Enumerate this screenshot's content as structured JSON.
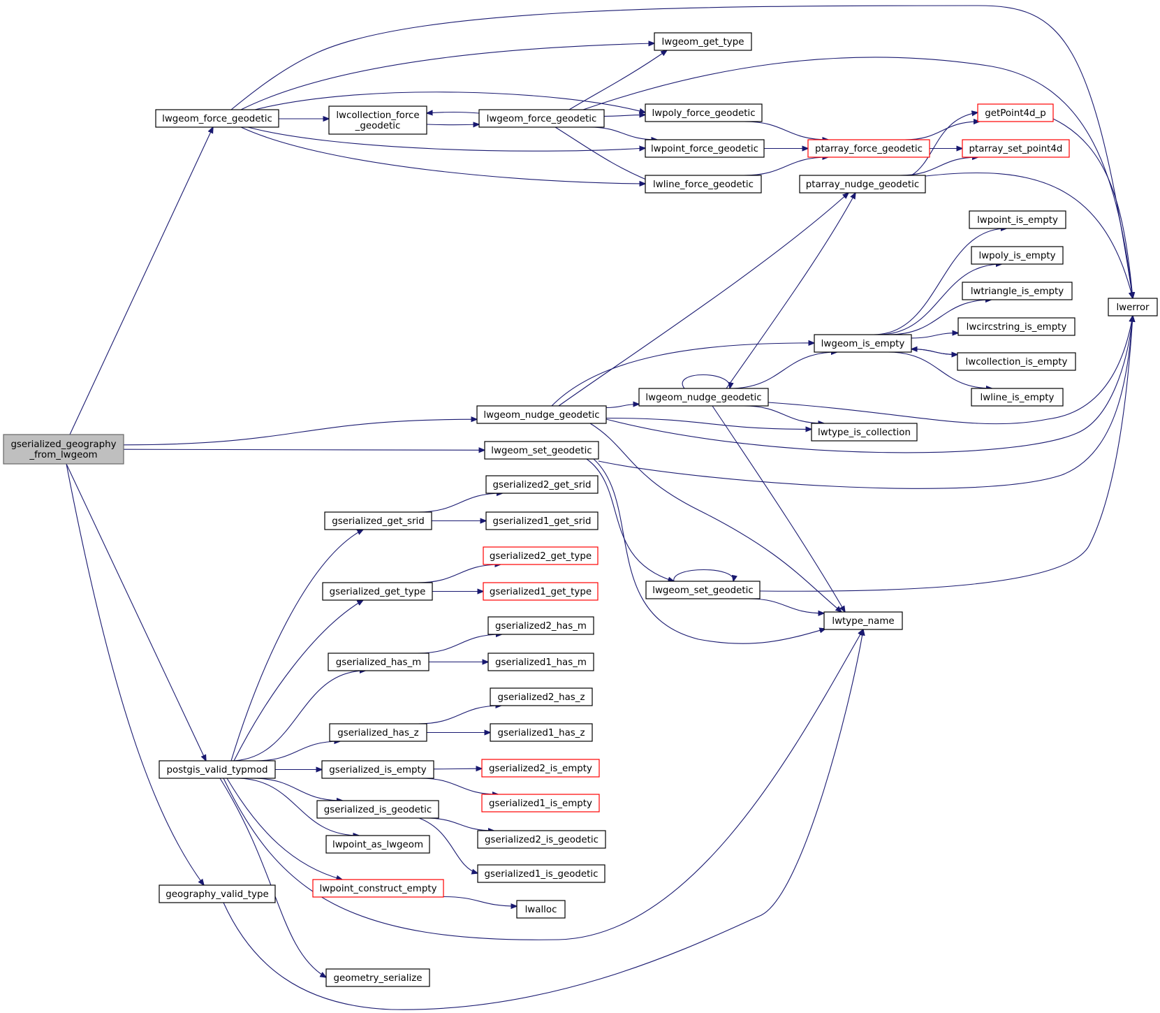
{
  "colors": {
    "edge": "#191970",
    "node_border": "#000000",
    "node_border_incomplete": "#ff0000",
    "root_fill": "#bfbfbf",
    "root_border": "#666666",
    "background": "#ffffff"
  },
  "nodes": [
    {
      "id": "root",
      "lines": [
        "gserialized_geography",
        "_from_lwgeom"
      ],
      "style": "root"
    },
    {
      "id": "lwgeom_force_geodetic_a",
      "lines": [
        "lwgeom_force_geodetic"
      ],
      "style": "normal"
    },
    {
      "id": "lwcollection_force_geodetic",
      "lines": [
        "lwcollection_force",
        "_geodetic"
      ],
      "style": "normal"
    },
    {
      "id": "lwgeom_force_geodetic_b",
      "lines": [
        "lwgeom_force_geodetic"
      ],
      "style": "normal"
    },
    {
      "id": "lwgeom_get_type",
      "lines": [
        "lwgeom_get_type"
      ],
      "style": "normal"
    },
    {
      "id": "lwpoly_force_geodetic",
      "lines": [
        "lwpoly_force_geodetic"
      ],
      "style": "normal"
    },
    {
      "id": "lwpoint_force_geodetic",
      "lines": [
        "lwpoint_force_geodetic"
      ],
      "style": "normal"
    },
    {
      "id": "lwline_force_geodetic",
      "lines": [
        "lwline_force_geodetic"
      ],
      "style": "normal"
    },
    {
      "id": "ptarray_force_geodetic",
      "lines": [
        "ptarray_force_geodetic"
      ],
      "style": "incomplete"
    },
    {
      "id": "ptarray_nudge_geodetic",
      "lines": [
        "ptarray_nudge_geodetic"
      ],
      "style": "normal"
    },
    {
      "id": "getPoint4d_p",
      "lines": [
        "getPoint4d_p"
      ],
      "style": "incomplete"
    },
    {
      "id": "ptarray_set_point4d",
      "lines": [
        "ptarray_set_point4d"
      ],
      "style": "incomplete"
    },
    {
      "id": "lwerror",
      "lines": [
        "lwerror"
      ],
      "style": "normal"
    },
    {
      "id": "lwpoint_is_empty",
      "lines": [
        "lwpoint_is_empty"
      ],
      "style": "normal"
    },
    {
      "id": "lwpoly_is_empty",
      "lines": [
        "lwpoly_is_empty"
      ],
      "style": "normal"
    },
    {
      "id": "lwtriangle_is_empty",
      "lines": [
        "lwtriangle_is_empty"
      ],
      "style": "normal"
    },
    {
      "id": "lwcircstring_is_empty",
      "lines": [
        "lwcircstring_is_empty"
      ],
      "style": "normal"
    },
    {
      "id": "lwcollection_is_empty",
      "lines": [
        "lwcollection_is_empty"
      ],
      "style": "normal"
    },
    {
      "id": "lwline_is_empty",
      "lines": [
        "lwline_is_empty"
      ],
      "style": "normal"
    },
    {
      "id": "lwgeom_is_empty",
      "lines": [
        "lwgeom_is_empty"
      ],
      "style": "normal"
    },
    {
      "id": "lwgeom_nudge_geodetic_a",
      "lines": [
        "lwgeom_nudge_geodetic"
      ],
      "style": "normal"
    },
    {
      "id": "lwgeom_nudge_geodetic_b",
      "lines": [
        "lwgeom_nudge_geodetic"
      ],
      "style": "normal"
    },
    {
      "id": "lwtype_is_collection",
      "lines": [
        "lwtype_is_collection"
      ],
      "style": "normal"
    },
    {
      "id": "lwgeom_set_geodetic_a",
      "lines": [
        "lwgeom_set_geodetic"
      ],
      "style": "normal"
    },
    {
      "id": "lwgeom_set_geodetic_b",
      "lines": [
        "lwgeom_set_geodetic"
      ],
      "style": "normal"
    },
    {
      "id": "lwtype_name",
      "lines": [
        "lwtype_name"
      ],
      "style": "normal"
    },
    {
      "id": "gserialized2_get_srid",
      "lines": [
        "gserialized2_get_srid"
      ],
      "style": "normal"
    },
    {
      "id": "gserialized_get_srid",
      "lines": [
        "gserialized_get_srid"
      ],
      "style": "normal"
    },
    {
      "id": "gserialized1_get_srid",
      "lines": [
        "gserialized1_get_srid"
      ],
      "style": "normal"
    },
    {
      "id": "gserialized2_get_type",
      "lines": [
        "gserialized2_get_type"
      ],
      "style": "incomplete"
    },
    {
      "id": "gserialized_get_type",
      "lines": [
        "gserialized_get_type"
      ],
      "style": "normal"
    },
    {
      "id": "gserialized1_get_type",
      "lines": [
        "gserialized1_get_type"
      ],
      "style": "incomplete"
    },
    {
      "id": "gserialized2_has_m",
      "lines": [
        "gserialized2_has_m"
      ],
      "style": "normal"
    },
    {
      "id": "gserialized_has_m",
      "lines": [
        "gserialized_has_m"
      ],
      "style": "normal"
    },
    {
      "id": "gserialized1_has_m",
      "lines": [
        "gserialized1_has_m"
      ],
      "style": "normal"
    },
    {
      "id": "gserialized2_has_z",
      "lines": [
        "gserialized2_has_z"
      ],
      "style": "normal"
    },
    {
      "id": "gserialized_has_z",
      "lines": [
        "gserialized_has_z"
      ],
      "style": "normal"
    },
    {
      "id": "gserialized1_has_z",
      "lines": [
        "gserialized1_has_z"
      ],
      "style": "normal"
    },
    {
      "id": "postgis_valid_typmod",
      "lines": [
        "postgis_valid_typmod"
      ],
      "style": "normal"
    },
    {
      "id": "gserialized_is_empty",
      "lines": [
        "gserialized_is_empty"
      ],
      "style": "normal"
    },
    {
      "id": "gserialized2_is_empty",
      "lines": [
        "gserialized2_is_empty"
      ],
      "style": "incomplete"
    },
    {
      "id": "gserialized1_is_empty",
      "lines": [
        "gserialized1_is_empty"
      ],
      "style": "incomplete"
    },
    {
      "id": "gserialized_is_geodetic",
      "lines": [
        "gserialized_is_geodetic"
      ],
      "style": "normal"
    },
    {
      "id": "gserialized2_is_geodetic",
      "lines": [
        "gserialized2_is_geodetic"
      ],
      "style": "normal"
    },
    {
      "id": "gserialized1_is_geodetic",
      "lines": [
        "gserialized1_is_geodetic"
      ],
      "style": "normal"
    },
    {
      "id": "lwpoint_as_lwgeom",
      "lines": [
        "lwpoint_as_lwgeom"
      ],
      "style": "normal"
    },
    {
      "id": "lwpoint_construct_empty",
      "lines": [
        "lwpoint_construct_empty"
      ],
      "style": "incomplete"
    },
    {
      "id": "lwalloc",
      "lines": [
        "lwalloc"
      ],
      "style": "normal"
    },
    {
      "id": "geography_valid_type",
      "lines": [
        "geography_valid_type"
      ],
      "style": "normal"
    },
    {
      "id": "geometry_serialize",
      "lines": [
        "geometry_serialize"
      ],
      "style": "normal"
    }
  ],
  "edges": [
    [
      "root",
      "lwgeom_force_geodetic_a"
    ],
    [
      "root",
      "lwgeom_nudge_geodetic_a"
    ],
    [
      "root",
      "lwgeom_set_geodetic_a"
    ],
    [
      "root",
      "postgis_valid_typmod"
    ],
    [
      "root",
      "geography_valid_type"
    ],
    [
      "lwgeom_force_geodetic_a",
      "lwgeom_get_type"
    ],
    [
      "lwgeom_force_geodetic_a",
      "lwerror"
    ],
    [
      "lwgeom_force_geodetic_a",
      "lwcollection_force_geodetic"
    ],
    [
      "lwgeom_force_geodetic_a",
      "lwpoly_force_geodetic"
    ],
    [
      "lwgeom_force_geodetic_a",
      "lwpoint_force_geodetic"
    ],
    [
      "lwgeom_force_geodetic_a",
      "lwline_force_geodetic"
    ],
    [
      "lwcollection_force_geodetic",
      "lwgeom_force_geodetic_b"
    ],
    [
      "lwgeom_force_geodetic_b",
      "lwcollection_force_geodetic"
    ],
    [
      "lwgeom_force_geodetic_b",
      "lwgeom_get_type"
    ],
    [
      "lwgeom_force_geodetic_b",
      "lwpoly_force_geodetic"
    ],
    [
      "lwgeom_force_geodetic_b",
      "lwpoint_force_geodetic"
    ],
    [
      "lwgeom_force_geodetic_b",
      "lwline_force_geodetic"
    ],
    [
      "lwgeom_force_geodetic_b",
      "lwerror"
    ],
    [
      "lwpoly_force_geodetic",
      "ptarray_force_geodetic"
    ],
    [
      "lwpoint_force_geodetic",
      "ptarray_force_geodetic"
    ],
    [
      "lwline_force_geodetic",
      "ptarray_force_geodetic"
    ],
    [
      "ptarray_force_geodetic",
      "getPoint4d_p"
    ],
    [
      "ptarray_force_geodetic",
      "ptarray_set_point4d"
    ],
    [
      "ptarray_nudge_geodetic",
      "getPoint4d_p"
    ],
    [
      "ptarray_nudge_geodetic",
      "ptarray_set_point4d"
    ],
    [
      "ptarray_nudge_geodetic",
      "lwerror"
    ],
    [
      "getPoint4d_p",
      "lwerror"
    ],
    [
      "lwgeom_nudge_geodetic_a",
      "ptarray_nudge_geodetic"
    ],
    [
      "lwgeom_nudge_geodetic_a",
      "lwgeom_is_empty"
    ],
    [
      "lwgeom_nudge_geodetic_a",
      "lwgeom_nudge_geodetic_b"
    ],
    [
      "lwgeom_nudge_geodetic_a",
      "lwtype_is_collection"
    ],
    [
      "lwgeom_nudge_geodetic_a",
      "lwerror"
    ],
    [
      "lwgeom_nudge_geodetic_a",
      "lwtype_name"
    ],
    [
      "lwgeom_nudge_geodetic_b",
      "lwgeom_nudge_geodetic_b"
    ],
    [
      "lwgeom_nudge_geodetic_b",
      "ptarray_nudge_geodetic"
    ],
    [
      "lwgeom_nudge_geodetic_b",
      "lwgeom_is_empty"
    ],
    [
      "lwgeom_nudge_geodetic_b",
      "lwtype_is_collection"
    ],
    [
      "lwgeom_nudge_geodetic_b",
      "lwerror"
    ],
    [
      "lwgeom_nudge_geodetic_b",
      "lwtype_name"
    ],
    [
      "lwgeom_is_empty",
      "lwpoint_is_empty"
    ],
    [
      "lwgeom_is_empty",
      "lwpoly_is_empty"
    ],
    [
      "lwgeom_is_empty",
      "lwtriangle_is_empty"
    ],
    [
      "lwgeom_is_empty",
      "lwcircstring_is_empty"
    ],
    [
      "lwgeom_is_empty",
      "lwcollection_is_empty"
    ],
    [
      "lwgeom_is_empty",
      "lwline_is_empty"
    ],
    [
      "lwcollection_is_empty",
      "lwgeom_is_empty"
    ],
    [
      "lwgeom_set_geodetic_a",
      "lwerror"
    ],
    [
      "lwgeom_set_geodetic_a",
      "lwgeom_set_geodetic_b"
    ],
    [
      "lwgeom_set_geodetic_a",
      "lwtype_name"
    ],
    [
      "lwgeom_set_geodetic_b",
      "lwgeom_set_geodetic_b"
    ],
    [
      "lwgeom_set_geodetic_b",
      "lwerror"
    ],
    [
      "lwgeom_set_geodetic_b",
      "lwtype_name"
    ],
    [
      "gserialized_get_srid",
      "gserialized2_get_srid"
    ],
    [
      "gserialized_get_srid",
      "gserialized1_get_srid"
    ],
    [
      "gserialized_get_type",
      "gserialized2_get_type"
    ],
    [
      "gserialized_get_type",
      "gserialized1_get_type"
    ],
    [
      "gserialized_has_m",
      "gserialized2_has_m"
    ],
    [
      "gserialized_has_m",
      "gserialized1_has_m"
    ],
    [
      "gserialized_has_z",
      "gserialized2_has_z"
    ],
    [
      "gserialized_has_z",
      "gserialized1_has_z"
    ],
    [
      "postgis_valid_typmod",
      "gserialized_get_srid"
    ],
    [
      "postgis_valid_typmod",
      "gserialized_get_type"
    ],
    [
      "postgis_valid_typmod",
      "gserialized_has_m"
    ],
    [
      "postgis_valid_typmod",
      "gserialized_has_z"
    ],
    [
      "postgis_valid_typmod",
      "gserialized_is_empty"
    ],
    [
      "postgis_valid_typmod",
      "gserialized_is_geodetic"
    ],
    [
      "postgis_valid_typmod",
      "lwpoint_as_lwgeom"
    ],
    [
      "postgis_valid_typmod",
      "lwpoint_construct_empty"
    ],
    [
      "postgis_valid_typmod",
      "lwtype_name"
    ],
    [
      "postgis_valid_typmod",
      "geometry_serialize"
    ],
    [
      "gserialized_is_empty",
      "gserialized2_is_empty"
    ],
    [
      "gserialized_is_empty",
      "gserialized1_is_empty"
    ],
    [
      "gserialized_is_geodetic",
      "gserialized2_is_geodetic"
    ],
    [
      "gserialized_is_geodetic",
      "gserialized1_is_geodetic"
    ],
    [
      "lwpoint_construct_empty",
      "lwalloc"
    ],
    [
      "geography_valid_type",
      "lwtype_name"
    ]
  ]
}
